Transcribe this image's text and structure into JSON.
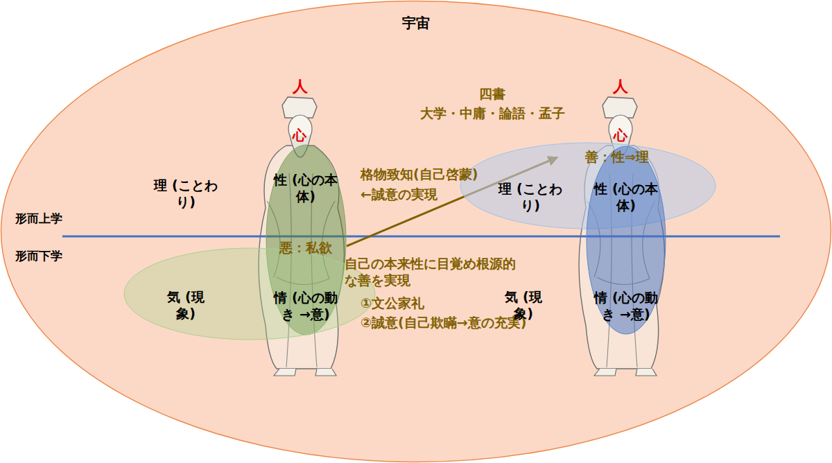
{
  "diagram": {
    "nodes": [
      {
        "text": [
          "宇宙"
        ]
      },
      {
        "text": [
          "性 (心の本体)",
          "悪：私欲",
          "情 (心の動き →意)"
        ],
        "in": 0
      },
      {
        "text": [
          "気 (現象)"
        ],
        "in": 0
      },
      {
        "text": [
          "理 (ことわり)",
          "善：性⇒理"
        ],
        "in": 0
      },
      {
        "text": [
          "性 (心の本体)",
          "情 (心の動き →意)"
        ],
        "in": 0
      }
    ],
    "edges": [
      {
        "from": 1,
        "to": 3,
        "arrow": "to"
      }
    ],
    "labels": [
      "人",
      "心",
      "四書",
      "大学・中庸・論語・孟子",
      "人",
      "心",
      "理 (ことわり)",
      "格物致知(自己啓蒙)",
      "←誠意の実現",
      "形而上学",
      "形而下学",
      "自己の本来性に目覚め根源的な善を実現",
      "①文公家礼",
      "②誠意(自己欺瞞→意の充実)",
      "気 (現象)"
    ]
  }
}
